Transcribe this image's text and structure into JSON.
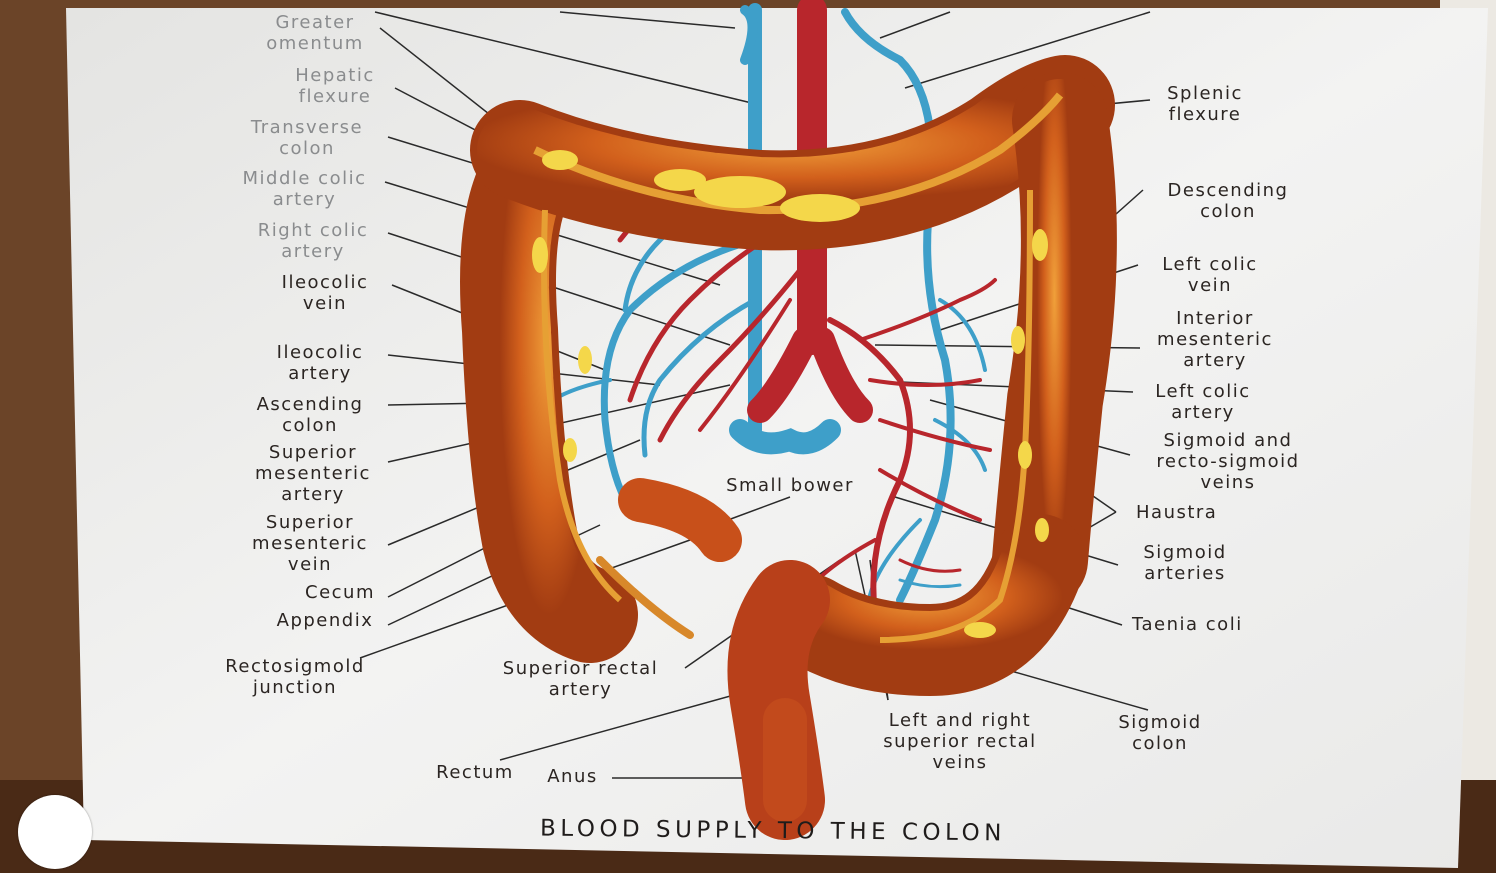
{
  "diagram": {
    "title": "BLOOD SUPPLY TO THE COLON",
    "labels": {
      "greater_omentum": "Greater\nomentum",
      "hepatic_flexure": "Hepatic\nflexure",
      "transverse_colon": "Transverse\ncolon",
      "middle_colic_artery": "Middle colic\nartery",
      "right_colic_artery": "Right colic\nartery",
      "ileocolic_vein": "Ileocolic\nvein",
      "ileocolic_artery": "Ileocolic\nartery",
      "ascending_colon": "Ascending\ncolon",
      "superior_mesenteric_artery": "Superior\nmesenteric\nartery",
      "superior_mesenteric_vein": "Superior\nmesenteric\nvein",
      "cecum": "Cecum",
      "appendix": "Appendix",
      "rectosigmoid_junction": "Rectosigmold\njunction",
      "small_bower": "Small bower",
      "superior_rectal_artery": "Superior rectal\nartery",
      "rectum": "Rectum",
      "anus": "Anus",
      "left_right_superior_rectal_veins": "Left and right\nsuperior rectal\nveins",
      "sigmoid_colon": "Sigmoid\ncolon",
      "taenia_coli": "Taenia coli",
      "sigmoid_arteries": "Sigmoid\narteries",
      "haustra": "Haustra",
      "sigmoid_recto_sigmoid_veins": "Sigmoid and\nrecto-sigmoid\nveins",
      "left_colic_artery": "Left colic\nartery",
      "interior_mesenteric_artery": "Interior\nmesenteric\nartery",
      "left_colic_vein": "Left colic\nvein",
      "descending_colon": "Descending\ncolon",
      "splenic_flexure": "Splenic\nflexure"
    }
  },
  "colors": {
    "colon": "#c8501a",
    "colon_light": "#e88a2a",
    "artery": "#b8262c",
    "vein": "#3e9fc9",
    "fat": "#f4d74a",
    "board": "#eeeeed"
  }
}
